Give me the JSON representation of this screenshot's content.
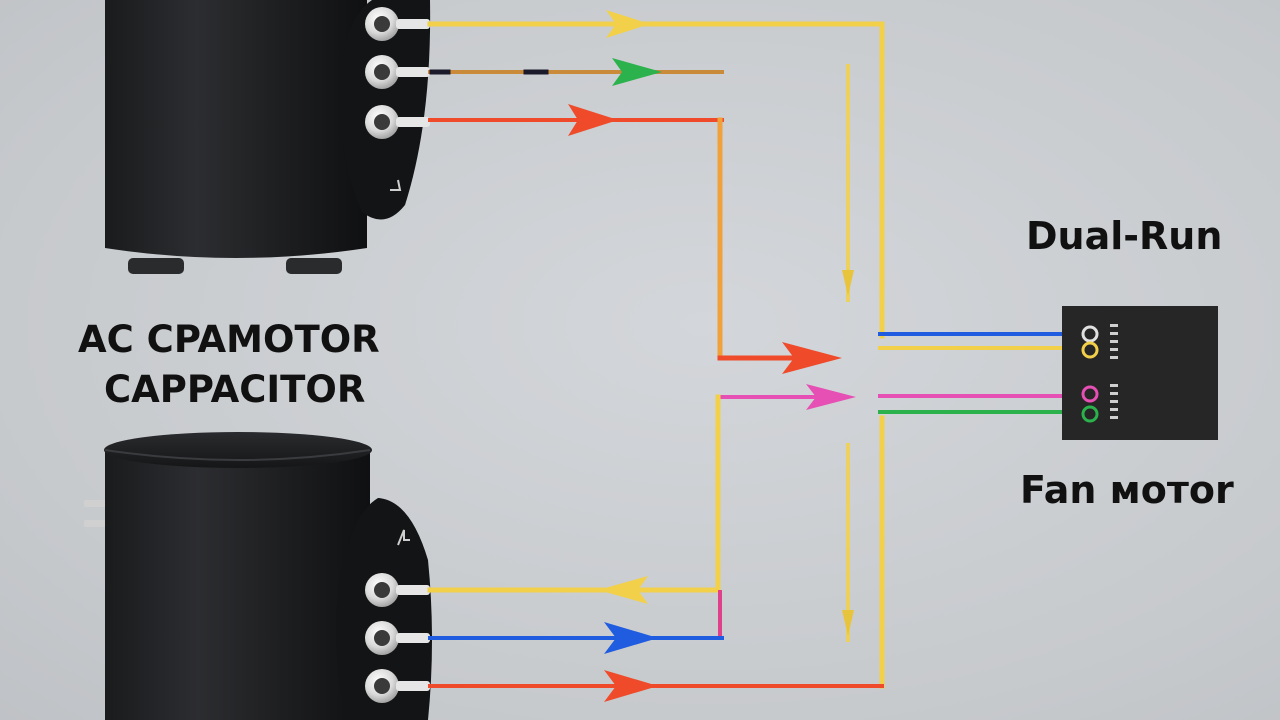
{
  "labels": {
    "left_line1": "AC CPAMOTOR",
    "left_line2": "CAPPACITOR",
    "dual_run": "Dual-Run",
    "fan_motor": "Fan мотоr"
  },
  "colors": {
    "background": "#c9ccd0",
    "capacitor_body": "#1f2022",
    "terminal_plate": "#141516",
    "motor_box": "#262626",
    "yellow_wire": "#f2d04a",
    "orange_wire": "#f0a13a",
    "red_wire": "#ef4a2a",
    "blue_wire": "#1f5ce0",
    "green_wire": "#2bb24c",
    "pink_wire": "#e64fb4",
    "brown_wire": "#c98a3a"
  },
  "components": {
    "capacitors": [
      "top-capacitor",
      "bottom-capacitor"
    ],
    "motor": "fan-motor-box",
    "icons": [
      "terminal-icon",
      "arrow-icon"
    ]
  }
}
